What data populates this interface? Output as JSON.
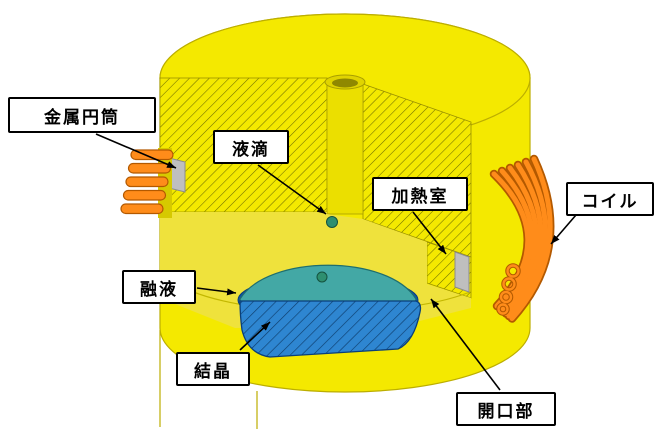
{
  "labels": {
    "metal_cylinder": "金属円筒",
    "droplet": "液滴",
    "heating_chamber": "加熱室",
    "coil": "コイル",
    "melt": "融液",
    "crystal": "結晶",
    "opening": "開口部"
  },
  "colors": {
    "background": "#FFFFFF",
    "body_yellow": "#F4E900",
    "inner_yellow": "#EFE23C",
    "hatch_line": "#6F6F00",
    "edge_yellow": "#BCAE00",
    "coil_orange": "#FF8C1A",
    "coil_outline": "#B35900",
    "crystal_blue": "#2E86D1",
    "crystal_dark": "#0E56A8",
    "crystal_hatch": "#0E3E6E",
    "melt_teal": "#43A8A5",
    "droplet_green": "#2E8F6F",
    "metal_gray": "#BFBFBF",
    "arrow_black": "#000000"
  }
}
